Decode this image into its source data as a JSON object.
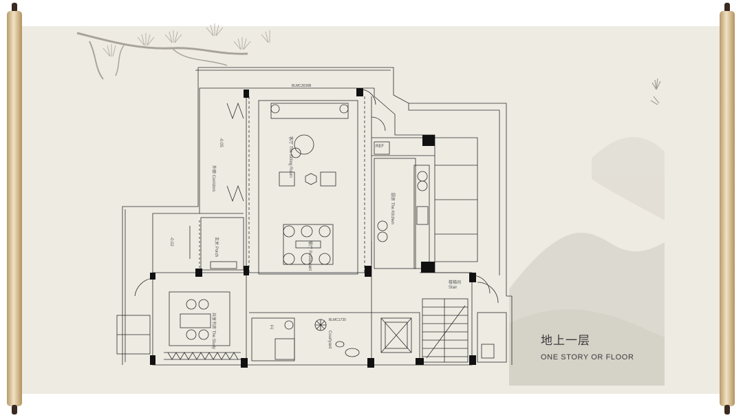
{
  "floor": {
    "title_cn": "地上一层",
    "title_en": "ONE STORY OR FLOOR"
  },
  "rooms": {
    "living_cn": "客厅",
    "living_en": "The Sitting Room",
    "kitchen_cn": "厨房",
    "kitchen_en": "The Kitchen",
    "dining_cn": "餐厅",
    "dining_en": "Restaurant",
    "corridor_cn": "外廊",
    "corridor_en": "Corridors",
    "porch_cn": "玄关",
    "porch_en": "Porch",
    "study_cn": "共享书房",
    "study_en": "The Study",
    "stair_cn": "楼梯间",
    "stair_en": "Stair",
    "toilet_cn": "卫",
    "garden_en": "Courtyard"
  },
  "labels": {
    "window_code_top": "BLMC3026B",
    "window_code_bottom": "BLMC1725",
    "ref": "REF",
    "level_corridor": "-0.05",
    "level_porch": "-0.02"
  },
  "colors": {
    "paper": "#eeebe3",
    "rod": "#d9c29a",
    "rod_cap": "#3b2a20",
    "line": "#2a2a2a",
    "wall": "#111111"
  }
}
